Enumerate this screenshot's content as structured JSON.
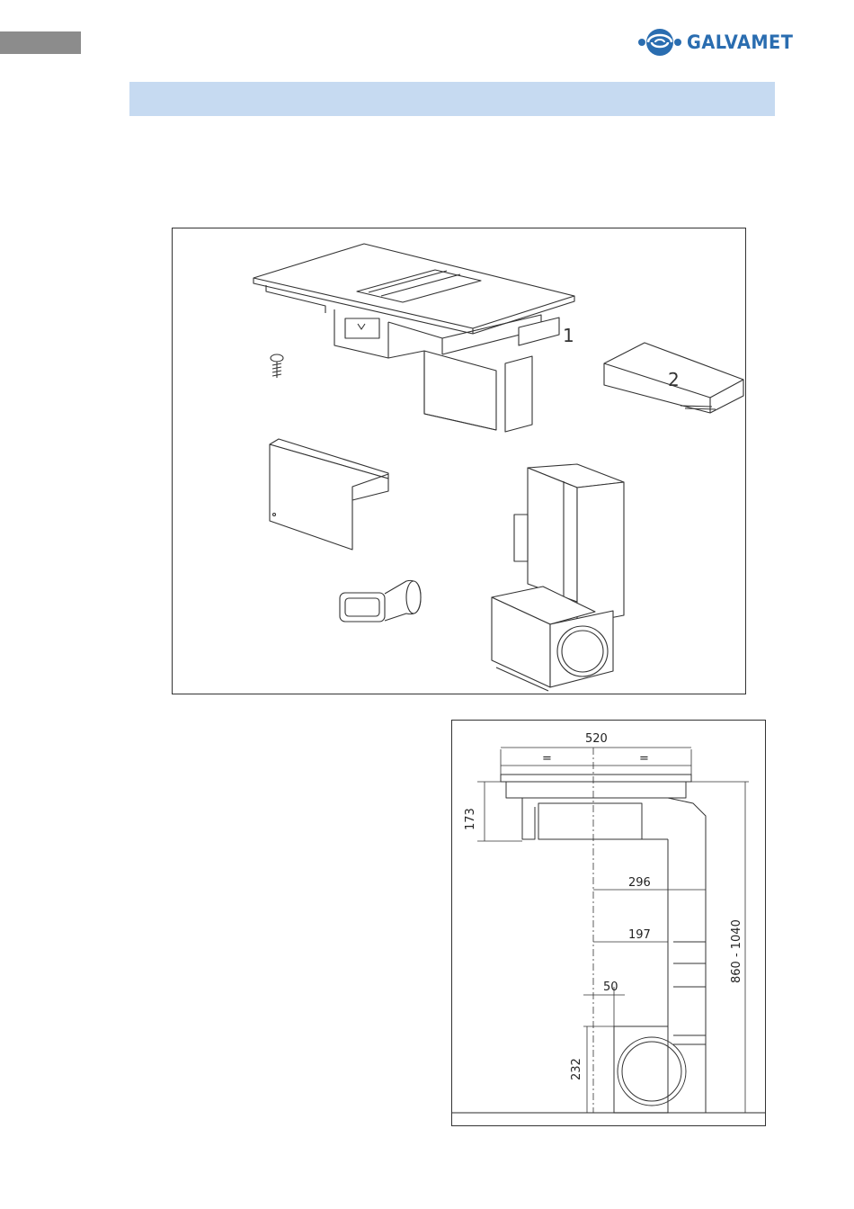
{
  "brand": {
    "name": "GALVAMET",
    "color": "#2a6db0",
    "icon": "galvamet-swirl-logo"
  },
  "header_band": {
    "color": "#c6daf1"
  },
  "page_tab": {
    "color": "#8c8c8c"
  },
  "components_figure": {
    "part_labels": [
      "1",
      "2"
    ]
  },
  "dimensions_figure": {
    "width": "520",
    "half_mark_left": "=",
    "half_mark_right": "=",
    "top_height": "173",
    "offset_296": "296",
    "offset_197": "197",
    "offset_50": "50",
    "bottom_height": "232",
    "total_height": "860 - 1040"
  }
}
